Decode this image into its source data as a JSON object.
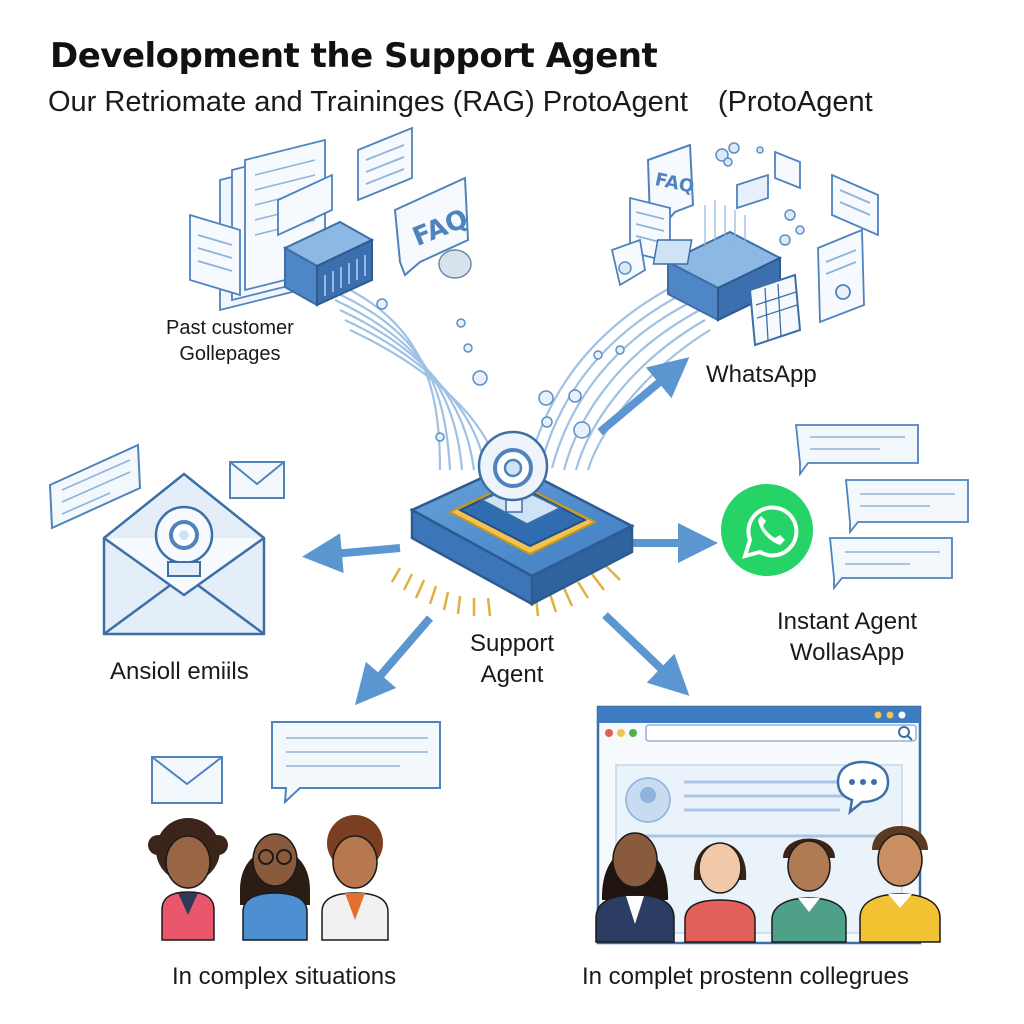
{
  "header": {
    "title": "Development the Support Agent",
    "subtitle": "Our Retriomate and Traininges (RAG) ProtoAgent",
    "subtitle_extra": "(ProtoAgent"
  },
  "nodes": {
    "knowledge_sources": {
      "line1": "Past customer",
      "line2": "Gollepages",
      "faq_tag": "FAQ"
    },
    "faq_sources": {
      "faq_tag": "FAQ"
    },
    "whatsapp_arrow": {
      "label": "WhatsApp"
    },
    "support_agent": {
      "line1": "Support",
      "line2": "Agent"
    },
    "emails": {
      "label": "Ansioll emiils"
    },
    "instant_agent": {
      "line1": "Instant Agent",
      "line2": "WollasApp"
    },
    "complex_situations": {
      "label": "In complex situations"
    },
    "colleagues": {
      "label": "In complet prostenn collegrues"
    }
  },
  "colors": {
    "line_blue": "#8fb6dd",
    "arrow_blue": "#5b96d0",
    "chip_blue": "#3d7cc2",
    "chip_gold": "#e9b94a",
    "whatsapp_green": "#25d366"
  }
}
